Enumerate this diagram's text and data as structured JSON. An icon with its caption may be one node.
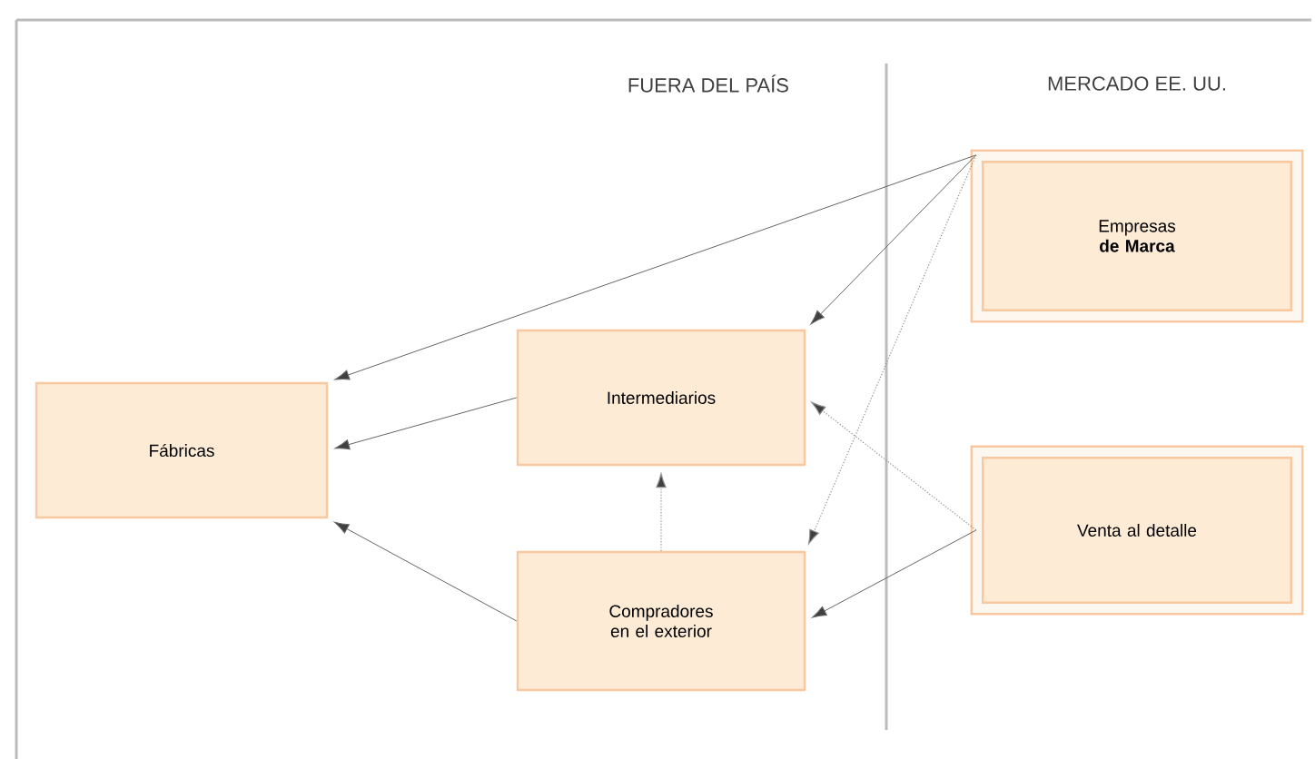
{
  "diagram": {
    "nodes": [
      {
        "text": [
          "Empresas **de Marca**"
        ]
      },
      {
        "text": [
          "Intermediarios"
        ]
      },
      {
        "text": [
          "Fábricas"
        ]
      },
      {
        "text": [
          "Venta al detalle"
        ]
      },
      {
        "text": [
          "Compradores en el exterior"
        ]
      }
    ],
    "edges": [
      {
        "from": 0,
        "to": 2,
        "arrow": "to"
      },
      {
        "from": 0,
        "to": 1,
        "arrow": "to"
      },
      {
        "from": 0,
        "to": 4,
        "arrow": "to",
        "style": "dashed"
      },
      {
        "from": 1,
        "to": 2,
        "arrow": "to"
      },
      {
        "from": 4,
        "to": 2,
        "arrow": "to"
      },
      {
        "from": 4,
        "to": 1,
        "arrow": "to",
        "style": "dashed"
      },
      {
        "from": 3,
        "to": 1,
        "arrow": "to",
        "style": "dashed"
      },
      {
        "from": 3,
        "to": 4,
        "arrow": "to"
      }
    ],
    "labels": [
      "FUERA DEL PAÍS",
      "MERCADO EE. UU."
    ]
  }
}
